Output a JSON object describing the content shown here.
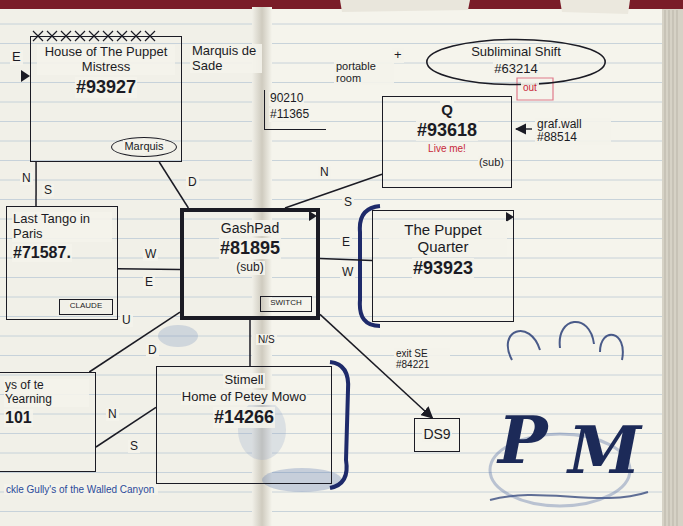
{
  "diagram": {
    "nodes": [
      {
        "text": [
          "House of The Puppet Mistress",
          "#93927"
        ]
      },
      {
        "text": [
          "Marquis"
        ],
        "in": 0
      },
      {
        "text": [
          "Subliminal Shift",
          "#63214"
        ]
      },
      {
        "text": [
          "90210",
          "#11365"
        ]
      },
      {
        "text": [
          "Q",
          "#93618",
          "Live me!",
          "(sub)"
        ]
      },
      {
        "text": [
          "Last Tango in Paris",
          "#71587."
        ]
      },
      {
        "text": [
          "CLAUDE"
        ],
        "in": 5
      },
      {
        "text": [
          "GashPad",
          "#81895",
          "(sub)"
        ]
      },
      {
        "text": [
          "SWITCH"
        ],
        "in": 7
      },
      {
        "text": [
          "The Puppet Quarter",
          "#93923"
        ]
      },
      {
        "text": [
          "ys of te Yearning",
          "101"
        ]
      },
      {
        "text": [
          "Stimell",
          "Home of Petey Mowo",
          "#14266"
        ]
      },
      {
        "text": [
          "DS9"
        ]
      }
    ],
    "edges": [
      {
        "from": 0,
        "to": 7,
        "arrow": "none",
        "label": "D"
      },
      {
        "from": 0,
        "to": 5,
        "arrow": "none"
      },
      {
        "from": 5,
        "to": 7,
        "arrow": "none"
      },
      {
        "from": 7,
        "to": 4,
        "arrow": "none"
      },
      {
        "from": 7,
        "to": 9,
        "arrow": "none"
      },
      {
        "from": 7,
        "to": 11,
        "arrow": "none"
      },
      {
        "from": 7,
        "to": 10,
        "arrow": "none"
      },
      {
        "from": 10,
        "to": 11,
        "arrow": "none"
      },
      {
        "from": 7,
        "to": 12,
        "arrow": "to",
        "label": "exit SE #84221"
      }
    ],
    "labels": [
      "E",
      "Marquis de Sade",
      "portable room",
      "+",
      "out",
      "graf.wall #88514",
      "N",
      "S",
      "W",
      "E",
      "N",
      "S",
      "E",
      "W",
      "N/S",
      "U",
      "D",
      "N",
      "S",
      "ckle Gully's of the Walled Canyon",
      "P",
      "M"
    ]
  }
}
